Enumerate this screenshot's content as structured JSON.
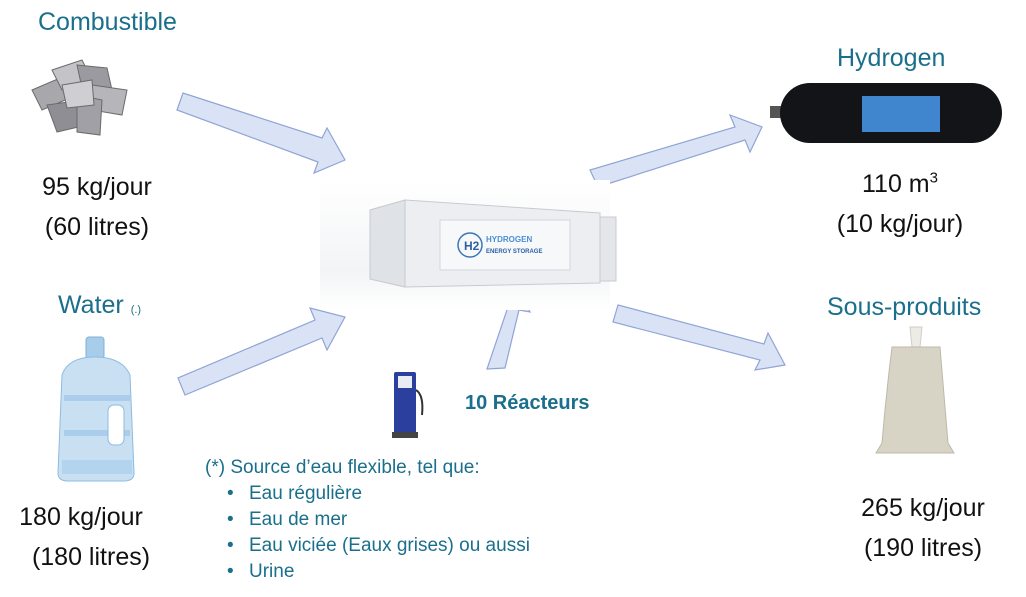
{
  "diagram": {
    "inputs": [
      {
        "title": "Combustible",
        "quantity": "95 kg/jour",
        "volume": "(60 litres)",
        "image": "metal-ingots-icon"
      },
      {
        "title": "Water",
        "title_mark": "(.)",
        "quantity": "180 kg/jour",
        "volume": "(180 litres)",
        "image": "water-jug-icon"
      }
    ],
    "center": {
      "image": "hydrogen-container-icon",
      "container_label_line1": "HYDROGEN",
      "container_label_line2": "ENERGY STORAGE",
      "container_logo": "H2",
      "reactors_label": "10 Réacteurs",
      "reactor_image": "fuel-dispenser-icon"
    },
    "outputs": [
      {
        "title": "Hydrogen",
        "quantity_value": "110 m",
        "quantity_sup": "3",
        "volume": "(10 kg/jour)",
        "image": "gas-cylinder-icon"
      },
      {
        "title": "Sous-produits",
        "quantity": "265 kg/jour",
        "volume": "(190 litres)",
        "image": "sand-bag-icon"
      }
    ],
    "note": {
      "marker": "(*)",
      "heading": "Source d’eau flexible, tel que:",
      "items": [
        "Eau régulière",
        "Eau de mer",
        "Eau viciée (Eaux grises) ou aussi",
        "Urine"
      ]
    },
    "colors": {
      "title": "#1a6f8c",
      "arrow_fill": "#dae3f5",
      "arrow_stroke": "#8fa5d4",
      "text": "#111111"
    }
  }
}
